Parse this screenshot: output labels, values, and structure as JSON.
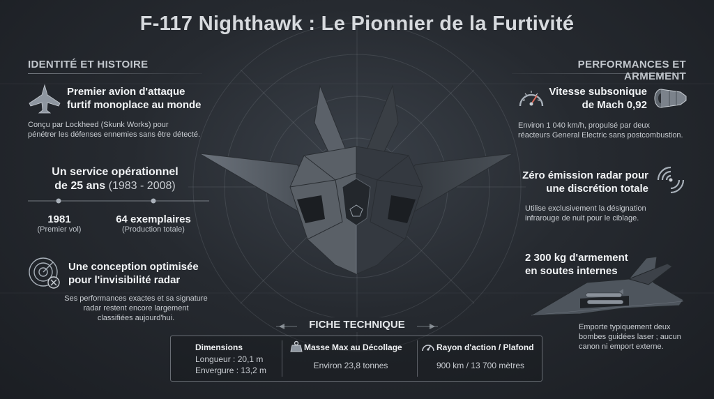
{
  "title": "F-117 Nighthawk : Le Pionnier de la Furtivité",
  "left": {
    "heading": "IDENTITÉ ET HISTOIRE",
    "item1": {
      "title_l1": "Premier avion d'attaque",
      "title_l2": "furtif monoplace au monde",
      "desc_l1": "Conçu par Lockheed (Skunk Works) pour",
      "desc_l2": "pénétrer les défenses ennemies sans être détecté."
    },
    "item2": {
      "title_l1": "Un service opérationnel",
      "title_l2a": "de 25 ans",
      "title_l2b": " (1983 - 2008)",
      "stat1_num": "1981",
      "stat1_sub": "(Premier vol)",
      "stat2_num": "64 exemplaires",
      "stat2_sub": "(Production totale)"
    },
    "item3": {
      "title_l1": "Une conception optimisée",
      "title_l2": "pour l'invisibilité radar",
      "desc_l1": "Ses performances exactes et sa signature",
      "desc_l2": "radar restent encore largement",
      "desc_l3": "classifiées aujourd'hui."
    }
  },
  "right": {
    "heading": "PERFORMANCES ET ARMEMENT",
    "item1": {
      "title_l1": "Vitesse subsonique",
      "title_l2": "de Mach 0,92",
      "desc_l1": "Environ 1 040 km/h, propulsé par deux",
      "desc_l2": "réacteurs General Electric sans postcombustion."
    },
    "item2": {
      "title_l1": "Zéro émission radar pour",
      "title_l2": "une discrétion totale",
      "desc_l1": "Utilise exclusivement la désignation",
      "desc_l2": "infrarouge de nuit pour le ciblage."
    },
    "item3": {
      "title_l1": "2 300 kg d'armement",
      "title_l2": "en soutes internes",
      "desc_l1": "Emporte typiquement deux",
      "desc_l2": "bombes guidées laser ; aucun",
      "desc_l3": "canon ni emport externe."
    }
  },
  "fiche": {
    "title": "FICHE TECHNIQUE",
    "col1": {
      "label": "Dimensions",
      "v1": "Longueur : 20,1 m",
      "v2": "Envergure : 13,2 m"
    },
    "col2": {
      "label": "Masse Max au Décollage",
      "v1": "Environ 23,8 tonnes"
    },
    "col3": {
      "label": "Rayon d'action / Plafond",
      "v1": "900 km / 13 700 mètres"
    }
  },
  "icons": {
    "jet": "fighter-jet-icon",
    "radar_cross": "radar-stealth-icon",
    "gauge": "speedometer-icon",
    "engine": "jet-engine-icon",
    "radar_waves": "radar-waves-icon",
    "weight": "weight-icon",
    "range": "range-gauge-icon"
  },
  "colors": {
    "background": "#262a30",
    "text": "#e8ebef",
    "muted": "#c9cdd2"
  }
}
